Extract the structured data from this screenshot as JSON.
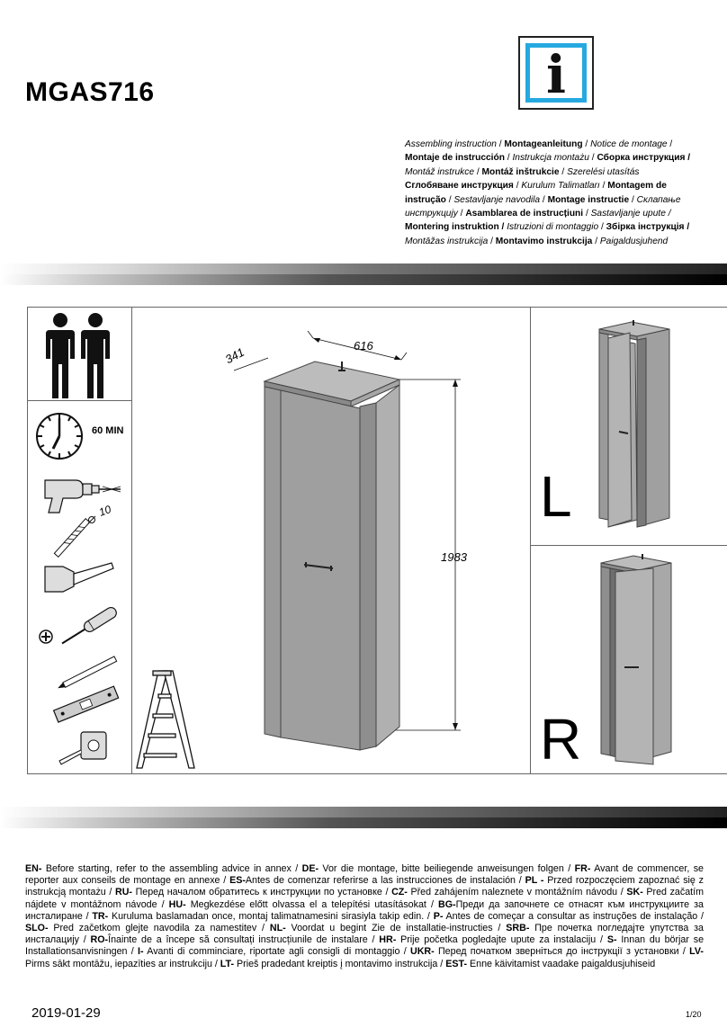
{
  "header": {
    "model": "MGAS716"
  },
  "titles": [
    {
      "text": "Assembling instruction",
      "style": "i"
    },
    {
      "text": " / ",
      "style": ""
    },
    {
      "text": "Montageanleitung",
      "style": "b"
    },
    {
      "text": " / ",
      "style": ""
    },
    {
      "text": "Notice de montage",
      "style": "i"
    },
    {
      "text": " /",
      "style": ""
    },
    {
      "text": "BR",
      "style": "br"
    },
    {
      "text": "Montaje de instrucción",
      "style": "b"
    },
    {
      "text": " / ",
      "style": ""
    },
    {
      "text": "Instrukcja montażu",
      "style": "i"
    },
    {
      "text": " / ",
      "style": ""
    },
    {
      "text": "Сборка инструкция /",
      "style": "b"
    },
    {
      "text": "BR",
      "style": "br"
    },
    {
      "text": "Montáž instrukce",
      "style": "i"
    },
    {
      "text": " /     ",
      "style": ""
    },
    {
      "text": "Montáž inštrukcie",
      "style": "b"
    },
    {
      "text": " / ",
      "style": ""
    },
    {
      "text": "Szerelési utasítás",
      "style": "i"
    },
    {
      "text": "BR",
      "style": "br"
    },
    {
      "text": "Сглобяване инструкция",
      "style": "b"
    },
    {
      "text": " / ",
      "style": ""
    },
    {
      "text": "Kurulum Talimatları",
      "style": "i"
    },
    {
      "text": " / ",
      "style": ""
    },
    {
      "text": "Montagem de",
      "style": "b"
    },
    {
      "text": "BR",
      "style": "br"
    },
    {
      "text": "instrução",
      "style": "b"
    },
    {
      "text": " / ",
      "style": ""
    },
    {
      "text": "Sestavljanje navodila",
      "style": "i"
    },
    {
      "text": " / ",
      "style": ""
    },
    {
      "text": "Montage instructie",
      "style": "b"
    },
    {
      "text": " / ",
      "style": ""
    },
    {
      "text": "Склапање",
      "style": "i"
    },
    {
      "text": "BR",
      "style": "br"
    },
    {
      "text": "инструкцију",
      "style": "i"
    },
    {
      "text": " / ",
      "style": ""
    },
    {
      "text": "Asamblarea de instrucțiuni",
      "style": "b"
    },
    {
      "text": " / ",
      "style": ""
    },
    {
      "text": "Sastavljanje upute /",
      "style": "i"
    },
    {
      "text": "BR",
      "style": "br"
    },
    {
      "text": "Montering instruktion /",
      "style": "b"
    },
    {
      "text": " ",
      "style": ""
    },
    {
      "text": "Istruzioni di montaggio",
      "style": "i"
    },
    {
      "text": " / ",
      "style": ""
    },
    {
      "text": "Збірка інструкція /",
      "style": "b"
    },
    {
      "text": "BR",
      "style": "br"
    },
    {
      "text": "Montāžas instrukcija",
      "style": "i"
    },
    {
      "text": " / ",
      "style": ""
    },
    {
      "text": "Montavimo instrukcija",
      "style": "b"
    },
    {
      "text": " / ",
      "style": ""
    },
    {
      "text": "Paigaldusjuhend",
      "style": "i"
    }
  ],
  "tools": {
    "time": "60 MIN",
    "drill_bit": "10"
  },
  "dimensions": {
    "depth": "341",
    "width": "616",
    "height": "1983"
  },
  "variants": {
    "left": "L",
    "right": "R"
  },
  "description": [
    {
      "code": "EN-",
      "text": " Before starting, refer to the assembling advice in annex / "
    },
    {
      "code": "DE-",
      "text": " Vor die montage, bitte beiliegende anweisungen folgen / "
    },
    {
      "code": "FR-",
      "text": " Avant de commencer, se reporter aux conseils de montage en annexe / "
    },
    {
      "code": "ES-",
      "text": "Antes de comenzar referirse a las instrucciones de instalación / "
    },
    {
      "code": "PL -",
      "text": " Przed rozpoczęciem  zapoznać się z instrukcją montażu / "
    },
    {
      "code": "RU-",
      "text": " Перед началом обратитесь к инструкции по установке / "
    },
    {
      "code": "CZ-",
      "text": " Před zahájením naleznete v montážním  návodu / "
    },
    {
      "code": "SK-",
      "text": " Pred začatím nájdete v montážnom návode / "
    },
    {
      "code": "HU-",
      "text": "  Megkezdése előtt olvassa el a telepítési utasításokat / "
    },
    {
      "code": "BG-",
      "text": "Преди да започнете се отнасят към инструкциите за инсталиране / "
    },
    {
      "code": "TR-",
      "text": " Kuruluma baslamadan once, montaj talimatnamesini sirasiyla takip edin. / "
    },
    {
      "code": "P-",
      "text": " Antes de começar a consultar as instruções de instalação / "
    },
    {
      "code": "SLO-",
      "text": " Pred začetkom glejte navodila za namestitev / "
    },
    {
      "code": "NL-",
      "text": " Voordat u begint Zie de installatie-instructies / "
    },
    {
      "code": "SRB-",
      "text": " Пре почетка погледајте упутства за инсталацију / "
    },
    {
      "code": "RO-",
      "text": "Înainte de a începe să consultați instrucțiunile de instalare / "
    },
    {
      "code": "HR-",
      "text": " Prije početka pogledajte upute za instalaciju / "
    },
    {
      "code": "S-",
      "text": " Innan du börjar se Installationsanvisningen / "
    },
    {
      "code": "I-",
      "text": " Avanti di comminciare, riportate agli consigli di montaggio / "
    },
    {
      "code": "UKR-",
      "text": " Перед початком зверніться до інструкції з установки / "
    },
    {
      "code": "LV-",
      "text": " Pirms sākt montāžu, iepazīties ar instrukciju / "
    },
    {
      "code": "LT-",
      "text": " Prieš pradedant kreiptis į montavimo instrukcija / "
    },
    {
      "code": "EST-",
      "text": " Enne käivitamist vaadake paigaldusjuhiseid"
    }
  ],
  "footer": {
    "date": "2019-01-29",
    "page": "1/20"
  },
  "colors": {
    "info_frame": "#26a9e0",
    "cabinet_fill": "#9a9a9a",
    "cabinet_edge": "#444444"
  }
}
